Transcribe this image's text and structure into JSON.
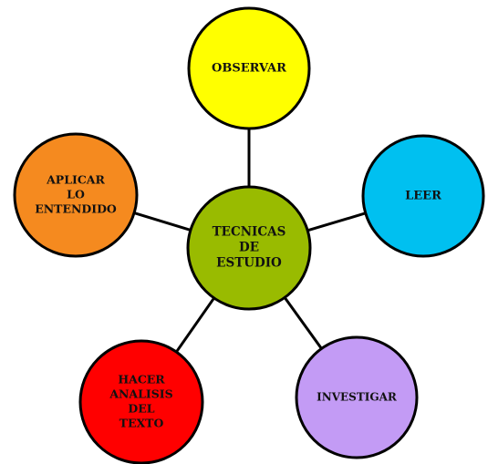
{
  "diagram": {
    "center": {
      "label_lines": [
        "TECNICAS",
        "DE",
        "ESTUDIO"
      ],
      "color": "#99bb00"
    },
    "nodes": [
      {
        "id": "observar",
        "label_lines": [
          "OBSERVAR"
        ],
        "color": "#ffff00"
      },
      {
        "id": "leer",
        "label_lines": [
          "LEER"
        ],
        "color": "#00c0f0"
      },
      {
        "id": "investigar",
        "label_lines": [
          "INVESTIGAR"
        ],
        "color": "#c39bf5"
      },
      {
        "id": "hacer-analisis",
        "label_lines": [
          "HACER",
          "ANALISIS",
          "DEL",
          "TEXTO"
        ],
        "color": "#ff0000"
      },
      {
        "id": "aplicar",
        "label_lines": [
          "APLICAR",
          "LO",
          "ENTENDIDO"
        ],
        "color": "#f58a1f"
      }
    ],
    "outline_color": "#000000",
    "connector_color": "#000000"
  }
}
